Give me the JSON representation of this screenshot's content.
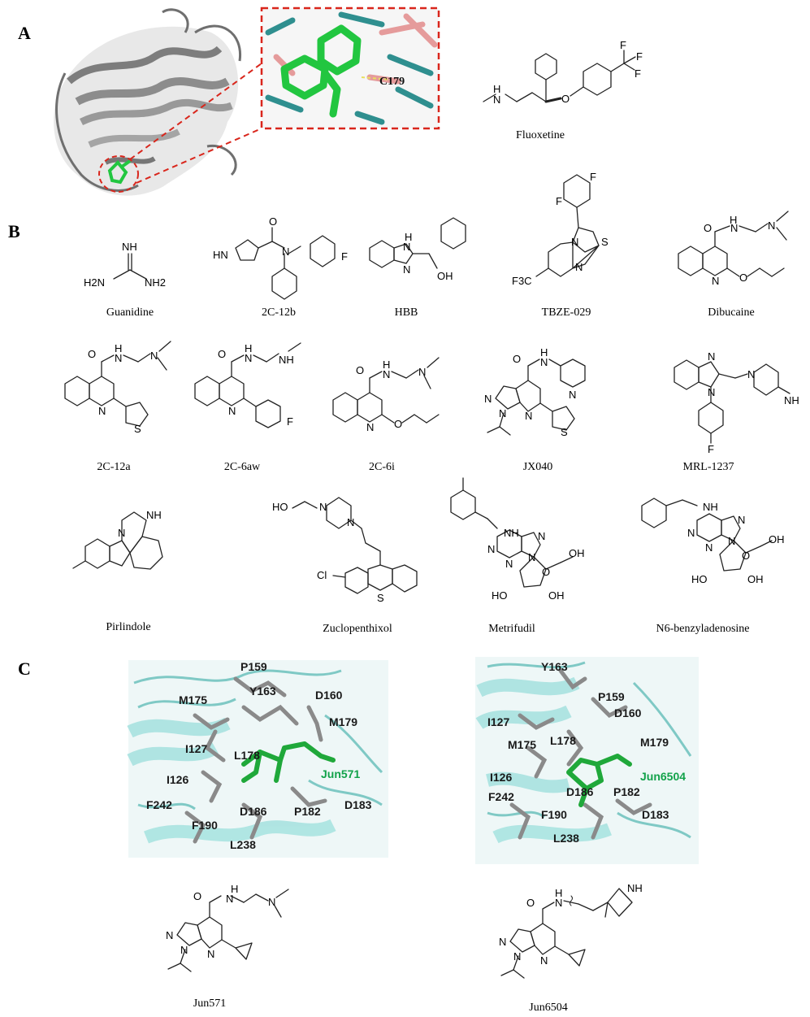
{
  "panels": {
    "a": "A",
    "b": "B",
    "c": "C"
  },
  "panel_a": {
    "inset_residue": "C179",
    "compound": "Fluoxetine",
    "atoms": {
      "nh": "H",
      "n": "N",
      "o": "O",
      "f1": "F",
      "f2": "F",
      "f3": "F"
    }
  },
  "panel_b": {
    "compounds": [
      "Guanidine",
      "2C-12b",
      "HBB",
      "TBZE-029",
      "Dibucaine",
      "2C-12a",
      "2C-6aw",
      "2C-6i",
      "JX040",
      "MRL-1237",
      "Pirlindole",
      "Zuclopenthixol",
      "Metrifudil",
      "N6-benzyladenosine"
    ],
    "atoms": {
      "guanidine_nh": "NH",
      "guanidine_h2n": "H2N",
      "guanidine_nh2": "NH2",
      "hn": "HN",
      "n": "N",
      "o": "O",
      "f": "F",
      "h": "H",
      "oh": "OH",
      "s": "S",
      "cl": "Cl",
      "ho": "HO",
      "cf3": "F3C",
      "nh": "NH"
    }
  },
  "panel_c": {
    "left": {
      "ligand": "Jun571",
      "residues": [
        "P159",
        "Y163",
        "D160",
        "M175",
        "M179",
        "I127",
        "L178",
        "I126",
        "F242",
        "D186",
        "P182",
        "D183",
        "F190",
        "L238"
      ]
    },
    "right": {
      "ligand": "Jun6504",
      "residues": [
        "Y163",
        "P159",
        "D160",
        "I127",
        "M179",
        "M175",
        "L178",
        "I126",
        "D186",
        "P182",
        "F242",
        "F190",
        "D183",
        "L238"
      ]
    },
    "captions": [
      "Jun571",
      "Jun6504"
    ]
  },
  "colors": {
    "ribbon_gray": "#8c8c8c",
    "ligand_green": "#22c640",
    "highlight_red": "#d9261c",
    "ribbon_cyan": "#a9e3e0",
    "label_green": "#12a24a"
  }
}
